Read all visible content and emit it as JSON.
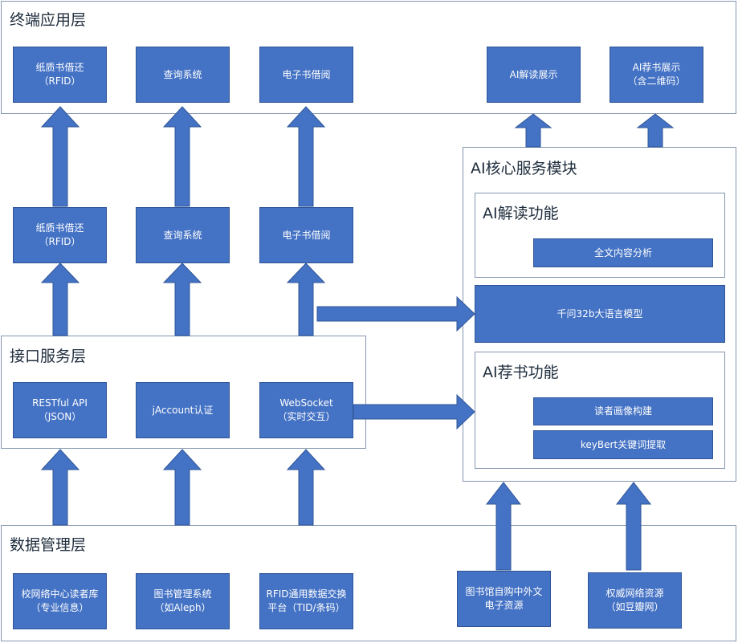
{
  "terminal_layer": {
    "title": "终端应用层",
    "paper_book": [
      "纸质书借还",
      "（RFID）"
    ],
    "query_system": "查询系统",
    "ebook": "电子书借阅",
    "ai_interpret_display": "AI解读展示",
    "ai_recommend_display": [
      "AI荐书展示",
      "（含二维码）"
    ]
  },
  "middle_row": {
    "paper_book": [
      "纸质书借还",
      "（RFID）"
    ],
    "query_system": "查询系统",
    "ebook": "电子书借阅"
  },
  "interface_layer": {
    "title": "接口服务层",
    "restful": [
      "RESTful API",
      "（JSON）"
    ],
    "jaccount": "jAccount认证",
    "websocket": [
      "WebSocket",
      "（实时交互）"
    ]
  },
  "data_layer": {
    "title": "数据管理层",
    "campus_db": [
      "校网络中心读者库",
      "（专业信息）"
    ],
    "library_system": [
      "图书管理系统",
      "（如Aleph）"
    ],
    "rfid_platform": [
      "RFID通用数据交换",
      "平台（TID/条码）"
    ],
    "ebook_resources": [
      "图书馆自购中外文",
      "电子资源"
    ],
    "authority_resources": [
      "权威网络资源",
      "（如豆瓣网）"
    ]
  },
  "ai_core": {
    "title": "AI核心服务模块",
    "interpret_title": "AI解读功能",
    "fulltext_analysis": "全文内容分析",
    "llm": "千问32b大语言模型",
    "recommend_title": "AI荐书功能",
    "reader_profile": "读者画像构建",
    "keybert": "keyBert关键词提取"
  },
  "colors": {
    "box_fill": "#4472c4",
    "box_border": "#2f5597",
    "panel_border": "#8497b0"
  }
}
